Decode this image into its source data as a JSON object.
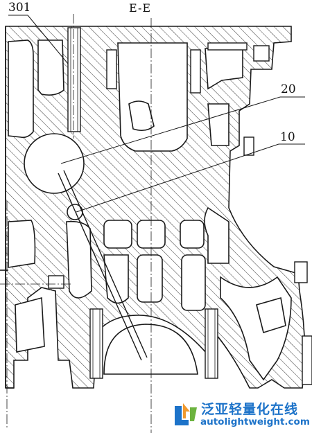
{
  "section_label": "E-E",
  "callouts": {
    "part_301": "301",
    "part_20": "20",
    "part_10": "10"
  },
  "watermark": {
    "name_cn": "泛亚轻量化在线",
    "url": "autolightweight.com",
    "logo_icon": "lw-logo-icon"
  },
  "colors": {
    "line": "#1a1a1a",
    "hatch": "#333333",
    "brand_blue": "#1d73c9",
    "brand_orange": "#f29a2e",
    "brand_green": "#6cb33f"
  }
}
